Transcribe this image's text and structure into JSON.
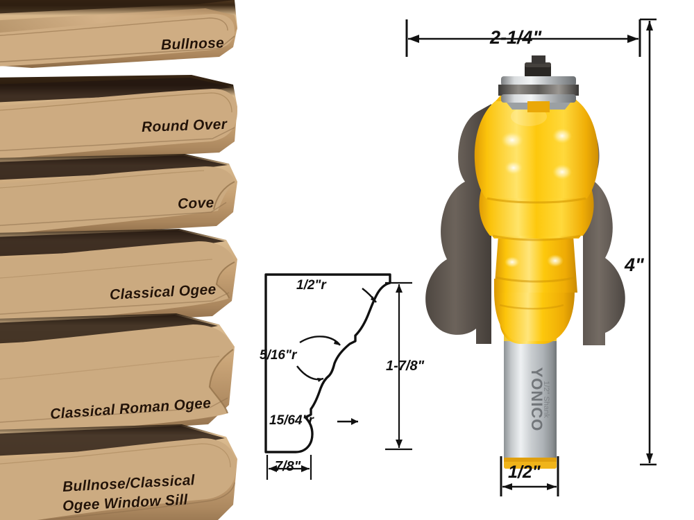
{
  "product": {
    "brand": "YONICO",
    "shank_marking": "1/2\" Shank",
    "bit_color": "#fcc40a",
    "carbide_color": "#5a524d",
    "steel_color": "#b9bcbf",
    "wood_color": "#c9a274",
    "line_color": "#111111"
  },
  "wood_stack": {
    "samples": [
      {
        "label": "Bullnose"
      },
      {
        "label": "Round Over"
      },
      {
        "label": "Cove"
      },
      {
        "label": "Classical Ogee"
      },
      {
        "label": "Classical Roman Ogee"
      },
      {
        "label": "Bullnose/Classical"
      },
      {
        "label": "Ogee Window Sill"
      }
    ]
  },
  "profile_diagram": {
    "radius_top": "1/2\"r",
    "radius_middle": "5/16\"r",
    "radius_bottom": "15/64\"r",
    "height": "1-7/8\"",
    "width": "7/8\""
  },
  "bit_dimensions": {
    "cutting_diameter": "2-1/4\"",
    "overall_length": "4\"",
    "shank_diameter": "1/2\""
  }
}
